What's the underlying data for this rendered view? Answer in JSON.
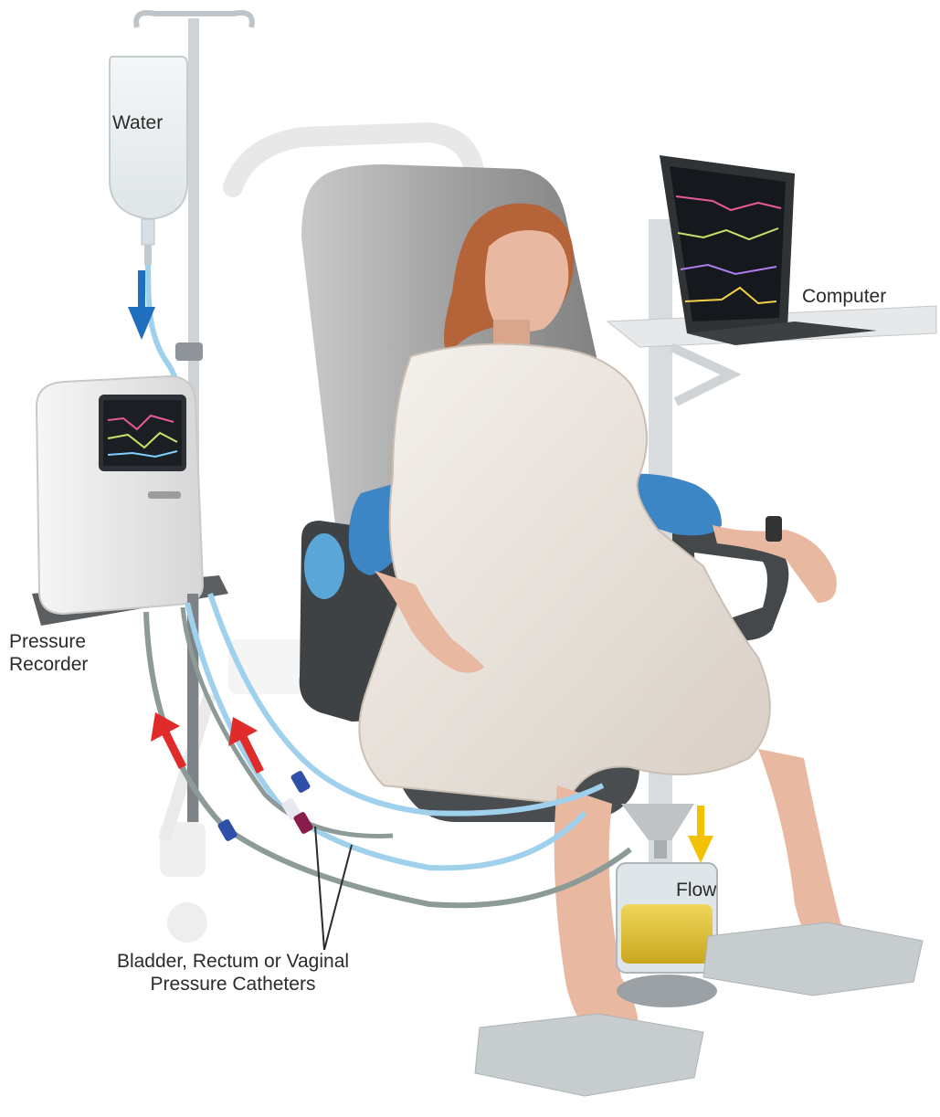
{
  "labels": {
    "water": "Water",
    "computer": "Computer",
    "pressure_recorder": [
      "Pressure",
      "Recorder"
    ],
    "flow": "Flow",
    "catheters": [
      "Bladder, Rectum or Vaginal",
      "Pressure Catheters"
    ]
  },
  "colors": {
    "water_arrow": "#1f6fbf",
    "return_arrow": "#e02b2b",
    "flow_arrow": "#f2c200",
    "catheter_blue": "#7fc3e6",
    "catheter_gray": "#8c9a98",
    "sleeve_blue": "#3c86c6",
    "hair": "#b5643a",
    "skin": "#e8b9a0",
    "gown": "#efe9e2",
    "chair_dark": "#6a6a6a",
    "urine": "#e6c53a"
  },
  "icons": {
    "water_arrow": "arrow-down-icon",
    "return_arrows": "arrow-up-icon",
    "flow_arrow": "arrow-down-icon"
  }
}
